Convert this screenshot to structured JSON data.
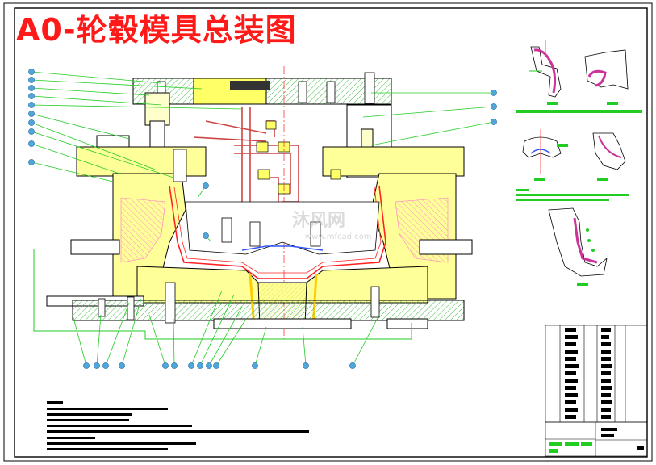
{
  "drawing": {
    "title": "A0-轮毂模具总装图"
  },
  "watermark": {
    "brand": "沐风网",
    "url": "www.mfcad.com"
  },
  "colors": {
    "title": "#ff1a1a",
    "leader": "#22cc22",
    "callout": "#4fa6dc",
    "mold_fill": "#ffff99",
    "outline": "#000000",
    "hatch": "#ff66cc",
    "insert": "#cc6644"
  }
}
